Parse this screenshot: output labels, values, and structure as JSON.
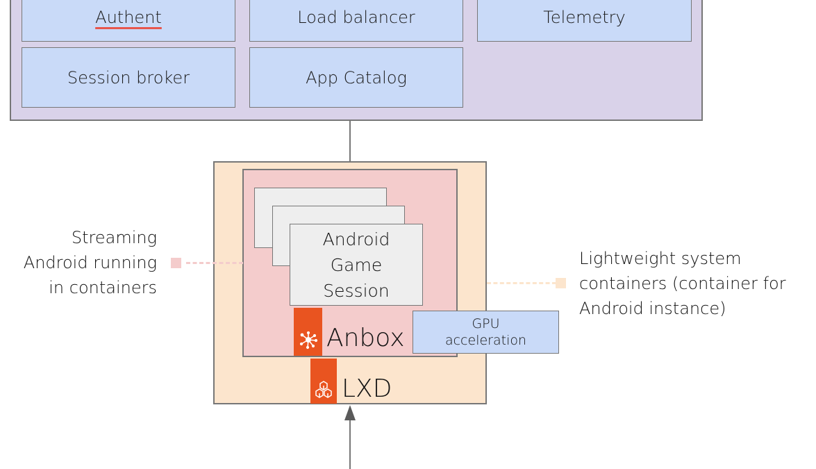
{
  "diagram": {
    "control_plane": {
      "services": [
        {
          "label": "Authent",
          "spellcheck_flag": true
        },
        {
          "label": "Load balancer"
        },
        {
          "label": "Telemetry"
        },
        {
          "label": "Session broker"
        },
        {
          "label": "App Catalog"
        }
      ]
    },
    "node": {
      "session_label": "Android\nGame\nSession",
      "session_lines": [
        "Android",
        "Game",
        "Session"
      ],
      "anbox_label": "Anbox",
      "lxd_label": "LXD",
      "gpu_lines": [
        "GPU",
        "acceleration"
      ],
      "icons": {
        "anbox": "anbox-star-icon",
        "lxd": "lxd-cubes-icon"
      }
    },
    "annotations": {
      "left_lines": [
        "Streaming",
        "Android running",
        "in containers"
      ],
      "right_lines": [
        "Lightweight system",
        "containers (container for",
        "Android instance)"
      ]
    },
    "colors": {
      "control_plane_bg": "#d9d2e9",
      "service_bg": "#c9daf8",
      "lxd_bg": "#fce5cd",
      "anbox_bg": "#f4cccc",
      "session_bg": "#eeeeee",
      "brand_orange": "#e95420",
      "border": "#777777",
      "spellcheck": "#e8564c"
    }
  }
}
